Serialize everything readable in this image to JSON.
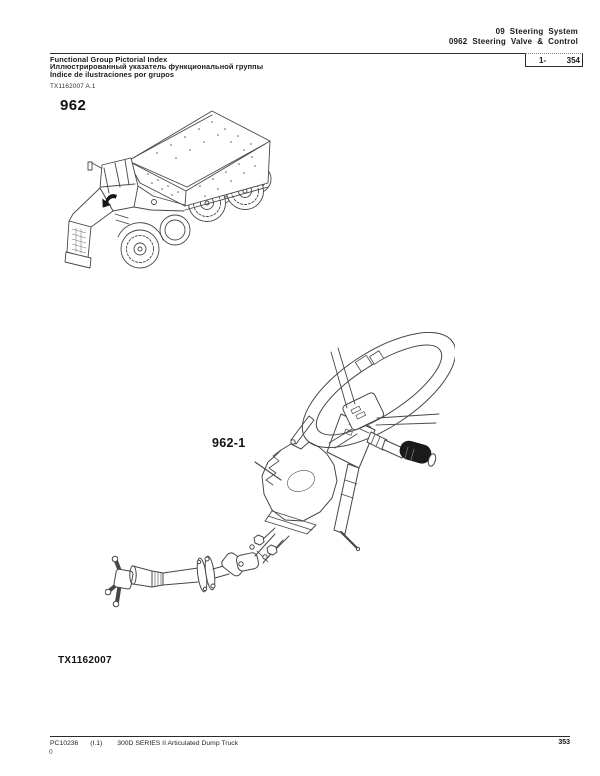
{
  "page": {
    "bg": "#ffffff",
    "ink": "#111111",
    "line_art_color": "#474747"
  },
  "header": {
    "system_line": "09 Steering System",
    "group_line": "0962 Steering Valve & Control",
    "ref_box": {
      "from": "1-",
      "to": "354"
    },
    "title_en": "Functional Group Pictorial Index",
    "title_ru": "Иллюстрированный указатель функциональной группы",
    "title_es": "Índice de ilustraciones por grupos",
    "doc_ref": "TX1162007 A.1"
  },
  "figure": {
    "group_label": "962",
    "callout_label": "962-1",
    "drawing_ref": "TX1162007"
  },
  "footer": {
    "catalog_number": "PC10236",
    "edition": "(I.1)",
    "model_title": "300D SERIES II Articulated Dump Truck",
    "sub_note": "()",
    "page_number": "353"
  }
}
